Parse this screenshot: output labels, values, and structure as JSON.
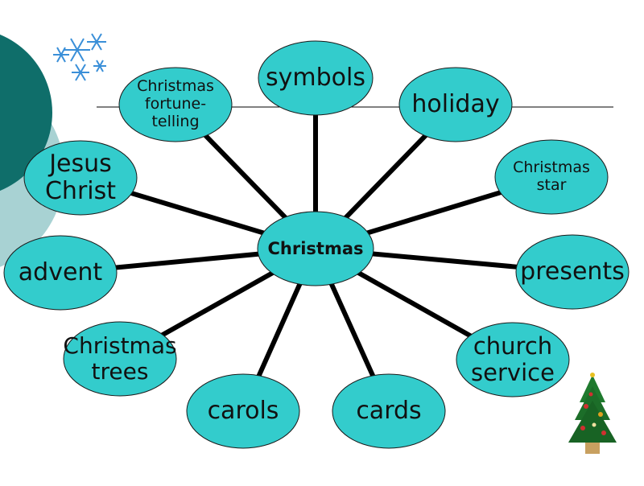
{
  "center": {
    "label": "Christmas"
  },
  "nodes": [
    {
      "id": "symbols",
      "label": "symbols"
    },
    {
      "id": "holiday",
      "label": "holiday"
    },
    {
      "id": "christmas-star",
      "label": "Christmas\nstar"
    },
    {
      "id": "presents",
      "label": "presents"
    },
    {
      "id": "church-service",
      "label": "church\nservice"
    },
    {
      "id": "cards",
      "label": "cards"
    },
    {
      "id": "carols",
      "label": "carols"
    },
    {
      "id": "christmas-trees",
      "label": "Christmas\ntrees"
    },
    {
      "id": "advent",
      "label": "advent"
    },
    {
      "id": "jesus-christ",
      "label": "Jesus\nChrist"
    },
    {
      "id": "christmas-fortune-telling",
      "label": "Christmas\nfortune-\ntelling"
    }
  ],
  "colors": {
    "node_fill": "#33cccc",
    "node_stroke": "#1a1a1a",
    "connector": "#000000",
    "deco_dark": "#0f6e6a",
    "deco_light": "#a8d2d3",
    "snowflake": "#3a8fd8"
  },
  "decorations": {
    "snowflake_icon": "snowflake-icon",
    "tree_icon": "christmas-tree-icon"
  }
}
